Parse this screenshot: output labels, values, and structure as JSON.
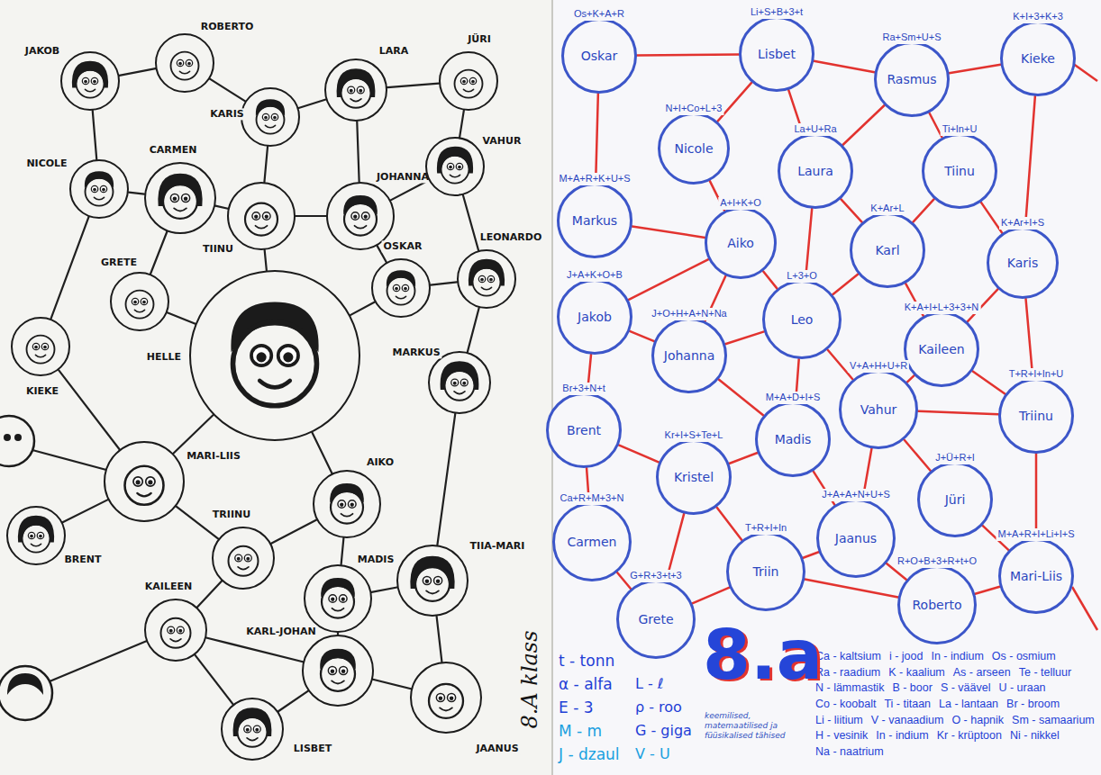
{
  "diagram": {
    "nodes": [
      {
        "text": [
          "JAKOB"
        ]
      },
      {
        "text": [
          "ROBERTO"
        ]
      },
      {
        "text": [
          "KARIS"
        ]
      },
      {
        "text": [
          "LARA"
        ]
      },
      {
        "text": [
          "JÜRI"
        ]
      },
      {
        "text": [
          "NICOLE"
        ]
      },
      {
        "text": [
          "CARMEN"
        ]
      },
      {
        "text": [
          "TIINU"
        ]
      },
      {
        "text": [
          "JOHANNA"
        ]
      },
      {
        "text": [
          "VAHUR"
        ]
      },
      {
        "text": [
          "GRETE"
        ]
      },
      {
        "text": [
          "OSKAR"
        ]
      },
      {
        "text": [
          "LEONARDO"
        ]
      },
      {
        "text": [
          "KIEKE"
        ]
      },
      {
        "text": [
          "HELLE"
        ]
      },
      {
        "text": [
          "MARKUS"
        ]
      },
      {
        "text": [
          "MARI-LIIS"
        ]
      },
      {
        "text": [
          "AIKO"
        ]
      },
      {
        "text": [
          "BRENT"
        ]
      },
      {
        "text": [
          "TRIINU"
        ]
      },
      {
        "text": [
          "MADIS"
        ]
      },
      {
        "text": [
          "TIIA-MARI"
        ]
      },
      {
        "text": [
          "KAILEEN"
        ]
      },
      {
        "text": [
          "KARL-JOHAN"
        ]
      },
      {
        "text": [
          "LISBET"
        ]
      },
      {
        "text": [
          "JAANUS"
        ]
      },
      {
        "text": [
          "Os+K+A+R",
          "Oskar"
        ]
      },
      {
        "text": [
          "Li+S+B+3+t",
          "Lisbet"
        ]
      },
      {
        "text": [
          "Ra+Sm+U+S",
          "Rasmus"
        ]
      },
      {
        "text": [
          "K+I+3+K+3",
          "Kieke"
        ]
      },
      {
        "text": [
          "N+I+Co+L+3",
          "Nicole"
        ]
      },
      {
        "text": [
          "La+U+Ra",
          "Laura"
        ]
      },
      {
        "text": [
          "Ti+In+U",
          "Tiinu"
        ]
      },
      {
        "text": [
          "M+A+R+K+U+S",
          "Markus"
        ]
      },
      {
        "text": [
          "A+I+K+O",
          "Aiko"
        ]
      },
      {
        "text": [
          "K+Ar+L",
          "Karl"
        ]
      },
      {
        "text": [
          "K+Ar+I+S",
          "Karis"
        ]
      },
      {
        "text": [
          "J+A+K+O+B",
          "Jakob"
        ]
      },
      {
        "text": [
          "L+3+O",
          "Leo"
        ]
      },
      {
        "text": [
          "K+A+I+L+3+3+N",
          "Kaileen"
        ]
      },
      {
        "text": [
          "J+O+H+A+N+Na",
          "Johanna"
        ]
      },
      {
        "text": [
          "V+A+H+U+R",
          "Vahur"
        ]
      },
      {
        "text": [
          "T+R+I+In+U",
          "Triinu"
        ]
      },
      {
        "text": [
          "Br+3+N+t",
          "Brent"
        ]
      },
      {
        "text": [
          "Kr+I+S+Te+L",
          "Kristel"
        ]
      },
      {
        "text": [
          "M+A+D+I+S",
          "Madis"
        ]
      },
      {
        "text": [
          "J+Ü+R+I",
          "Jüri"
        ]
      },
      {
        "text": [
          "J+A+A+N+U+S",
          "Jaanus"
        ]
      },
      {
        "text": [
          "Ca+R+M+3+N",
          "Carmen"
        ]
      },
      {
        "text": [
          "T+R+I+In",
          "Triin"
        ]
      },
      {
        "text": [
          "M+A+R+I+Li+I+S",
          "Mari-Liis"
        ]
      },
      {
        "text": [
          "G+R+3+t+3",
          "Grete"
        ]
      },
      {
        "text": [
          "R+O+B+3+R+t+O",
          "Roberto"
        ]
      }
    ],
    "edges": [
      {
        "from": 0,
        "to": 1,
        "arrow": "none"
      },
      {
        "from": 1,
        "to": 2,
        "arrow": "none"
      },
      {
        "from": 2,
        "to": 3,
        "arrow": "none"
      },
      {
        "from": 3,
        "to": 4,
        "arrow": "none"
      },
      {
        "from": 0,
        "to": 5,
        "arrow": "none"
      },
      {
        "from": 5,
        "to": 6,
        "arrow": "none"
      },
      {
        "from": 6,
        "to": 7,
        "arrow": "none"
      },
      {
        "from": 7,
        "to": 8,
        "arrow": "none"
      },
      {
        "from": 8,
        "to": 9,
        "arrow": "none"
      },
      {
        "from": 9,
        "to": 4,
        "arrow": "none"
      },
      {
        "from": 2,
        "to": 7,
        "arrow": "none"
      },
      {
        "from": 3,
        "to": 8,
        "arrow": "none"
      },
      {
        "from": 6,
        "to": 10,
        "arrow": "none"
      },
      {
        "from": 5,
        "to": 13,
        "arrow": "none"
      },
      {
        "from": 10,
        "to": 14,
        "arrow": "none"
      },
      {
        "from": 7,
        "to": 14,
        "arrow": "none"
      },
      {
        "from": 11,
        "to": 8,
        "arrow": "none"
      },
      {
        "from": 11,
        "to": 14,
        "arrow": "none"
      },
      {
        "from": 11,
        "to": 12,
        "arrow": "none"
      },
      {
        "from": 12,
        "to": 9,
        "arrow": "none"
      },
      {
        "from": 12,
        "to": 15,
        "arrow": "none"
      },
      {
        "from": 14,
        "to": 17,
        "arrow": "none"
      },
      {
        "from": 14,
        "to": 16,
        "arrow": "none"
      },
      {
        "from": 16,
        "to": 18,
        "arrow": "none"
      },
      {
        "from": 16,
        "to": 19,
        "arrow": "none"
      },
      {
        "from": 16,
        "to": 13,
        "arrow": "none"
      },
      {
        "from": 15,
        "to": 21,
        "arrow": "none"
      },
      {
        "from": 17,
        "to": 19,
        "arrow": "none"
      },
      {
        "from": 17,
        "to": 20,
        "arrow": "none"
      },
      {
        "from": 20,
        "to": 21,
        "arrow": "none"
      },
      {
        "from": 19,
        "to": 22,
        "arrow": "none"
      },
      {
        "from": 22,
        "to": 23,
        "arrow": "none"
      },
      {
        "from": 23,
        "to": 20,
        "arrow": "none"
      },
      {
        "from": 23,
        "to": 24,
        "arrow": "none"
      },
      {
        "from": 23,
        "to": 25,
        "arrow": "none"
      },
      {
        "from": 21,
        "to": 25,
        "arrow": "none"
      },
      {
        "from": 22,
        "to": 24,
        "arrow": "none"
      },
      {
        "from": 26,
        "to": 27,
        "arrow": "none"
      },
      {
        "from": 27,
        "to": 28,
        "arrow": "none"
      },
      {
        "from": 28,
        "to": 29,
        "arrow": "none"
      },
      {
        "from": 26,
        "to": 33,
        "arrow": "none"
      },
      {
        "from": 27,
        "to": 30,
        "arrow": "none"
      },
      {
        "from": 27,
        "to": 31,
        "arrow": "none"
      },
      {
        "from": 28,
        "to": 31,
        "arrow": "none"
      },
      {
        "from": 28,
        "to": 32,
        "arrow": "none"
      },
      {
        "from": 30,
        "to": 34,
        "arrow": "none"
      },
      {
        "from": 33,
        "to": 34,
        "arrow": "none"
      },
      {
        "from": 31,
        "to": 38,
        "arrow": "none"
      },
      {
        "from": 31,
        "to": 35,
        "arrow": "none"
      },
      {
        "from": 32,
        "to": 35,
        "arrow": "none"
      },
      {
        "from": 32,
        "to": 36,
        "arrow": "none"
      },
      {
        "from": 29,
        "to": 36,
        "arrow": "none"
      },
      {
        "from": 34,
        "to": 37,
        "arrow": "none"
      },
      {
        "from": 34,
        "to": 38,
        "arrow": "none"
      },
      {
        "from": 34,
        "to": 40,
        "arrow": "none"
      },
      {
        "from": 35,
        "to": 38,
        "arrow": "none"
      },
      {
        "from": 35,
        "to": 39,
        "arrow": "none"
      },
      {
        "from": 36,
        "to": 39,
        "arrow": "none"
      },
      {
        "from": 36,
        "to": 42,
        "arrow": "none"
      },
      {
        "from": 37,
        "to": 40,
        "arrow": "none"
      },
      {
        "from": 37,
        "to": 43,
        "arrow": "none"
      },
      {
        "from": 40,
        "to": 38,
        "arrow": "none"
      },
      {
        "from": 38,
        "to": 41,
        "arrow": "none"
      },
      {
        "from": 38,
        "to": 45,
        "arrow": "none"
      },
      {
        "from": 39,
        "to": 41,
        "arrow": "none"
      },
      {
        "from": 39,
        "to": 42,
        "arrow": "none"
      },
      {
        "from": 41,
        "to": 42,
        "arrow": "none"
      },
      {
        "from": 40,
        "to": 45,
        "arrow": "none"
      },
      {
        "from": 43,
        "to": 44,
        "arrow": "none"
      },
      {
        "from": 43,
        "to": 48,
        "arrow": "none"
      },
      {
        "from": 44,
        "to": 45,
        "arrow": "none"
      },
      {
        "from": 45,
        "to": 47,
        "arrow": "none"
      },
      {
        "from": 41,
        "to": 46,
        "arrow": "none"
      },
      {
        "from": 41,
        "to": 47,
        "arrow": "none"
      },
      {
        "from": 42,
        "to": 50,
        "arrow": "none"
      },
      {
        "from": 46,
        "to": 50,
        "arrow": "none"
      },
      {
        "from": 44,
        "to": 49,
        "arrow": "none"
      },
      {
        "from": 44,
        "to": 51,
        "arrow": "none"
      },
      {
        "from": 48,
        "to": 51,
        "arrow": "none"
      },
      {
        "from": 51,
        "to": 49,
        "arrow": "none"
      },
      {
        "from": 49,
        "to": 47,
        "arrow": "none"
      },
      {
        "from": 49,
        "to": 52,
        "arrow": "none"
      },
      {
        "from": 47,
        "to": 52,
        "arrow": "none"
      },
      {
        "from": 52,
        "to": 50,
        "arrow": "none"
      }
    ],
    "labels": [
      "8.A klass",
      "t - tonn",
      "α - alfa",
      "E - 3",
      "M - m",
      "J - dzaul",
      "L - ℓ",
      "ρ - roo",
      "G - giga",
      "V - U",
      "8.a",
      "keemilised, matemaatilised ja füüsikalised tähised",
      "Ca - kaltsium",
      "i - jood",
      "In - indium",
      "Os - osmium",
      "Ra - raadium",
      "K - kaalium",
      "As - arseen",
      "Te - telluur",
      "N - lämmastik",
      "B - boor",
      "S - väävel",
      "U - uraan",
      "Co - koobalt",
      "Ti - titaan",
      "La - lantaan",
      "Br - broom",
      "Li - liitium",
      "V - vanaadium",
      "O - hapnik",
      "Sm - samaarium",
      "H - vesinik",
      "In - indium",
      "Kr - krüptoon",
      "Ni - nikkel",
      "Na - naatrium"
    ]
  }
}
